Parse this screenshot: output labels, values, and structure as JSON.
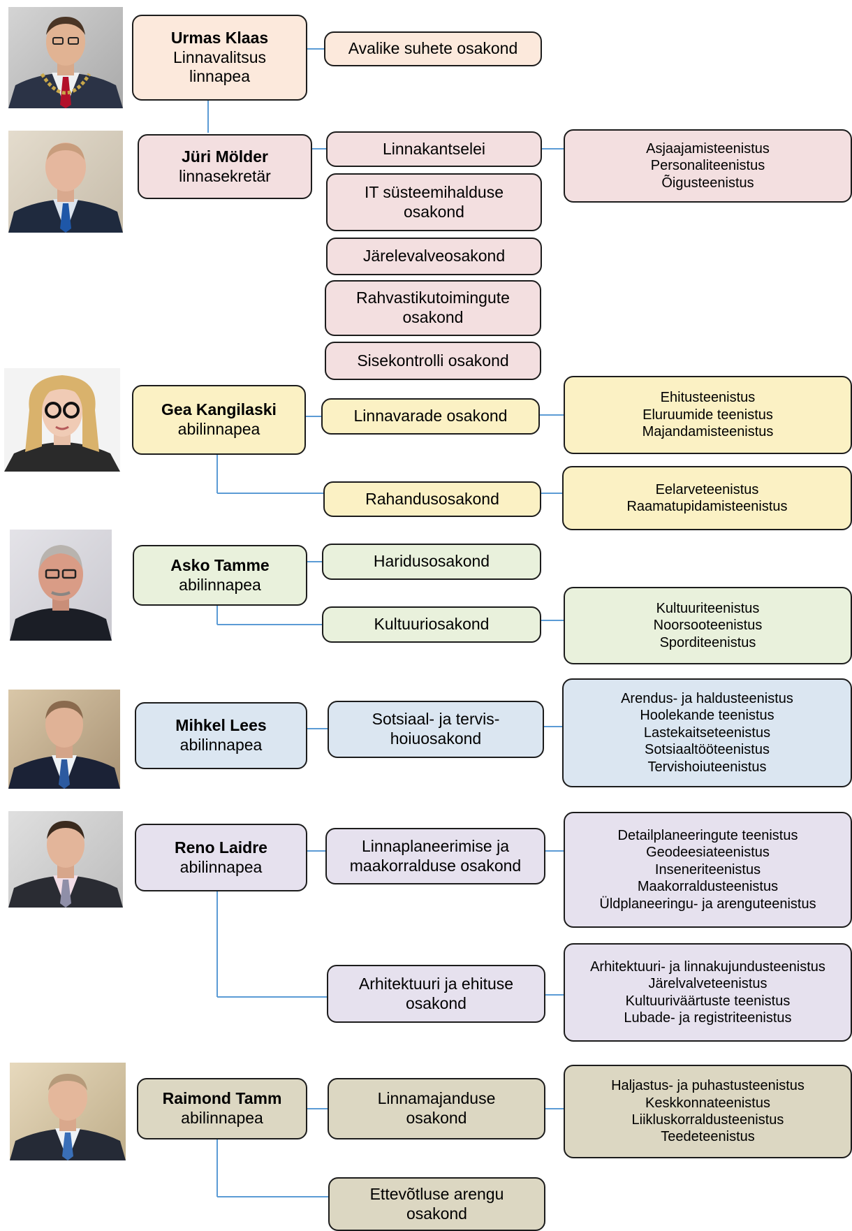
{
  "colors": {
    "connector": "#5b9bd5",
    "border": "#1c1c1c",
    "orange": "#fce9dc",
    "pink": "#f3dfe0",
    "yellow": "#fbf1c4",
    "green": "#e9f1dc",
    "blue": "#dbe6f1",
    "purple": "#e6e1ee",
    "khaki": "#dcd7c2"
  },
  "people": [
    {
      "name": "Urmas Klaas",
      "role_lines": [
        "Linnavalitsus",
        "linnapea"
      ]
    },
    {
      "name": "Jüri Mölder",
      "role_lines": [
        "linnasekretär"
      ]
    },
    {
      "name": "Gea Kangilaski",
      "role_lines": [
        "abilinnapea"
      ]
    },
    {
      "name": "Asko Tamme",
      "role_lines": [
        "abilinnapea"
      ]
    },
    {
      "name": "Mihkel Lees",
      "role_lines": [
        "abilinnapea"
      ]
    },
    {
      "name": "Reno Laidre",
      "role_lines": [
        "abilinnapea"
      ]
    },
    {
      "name": "Raimond Tamm",
      "role_lines": [
        "abilinnapea"
      ]
    }
  ],
  "departments": [
    {
      "lines": [
        "Avalike suhete osakond"
      ]
    },
    {
      "lines": [
        "Linnakantselei"
      ]
    },
    {
      "lines": [
        "IT süsteemihalduse",
        "osakond"
      ]
    },
    {
      "lines": [
        "Järelevalveosakond"
      ]
    },
    {
      "lines": [
        "Rahvastikutoimingute",
        "osakond"
      ]
    },
    {
      "lines": [
        "Sisekontrolli osakond"
      ]
    },
    {
      "lines": [
        "Linnavarade osakond"
      ]
    },
    {
      "lines": [
        "Rahandusosakond"
      ]
    },
    {
      "lines": [
        "Haridusosakond"
      ]
    },
    {
      "lines": [
        "Kultuuriosakond"
      ]
    },
    {
      "lines": [
        "Sotsiaal- ja tervis-",
        "hoiuosakond"
      ]
    },
    {
      "lines": [
        "Linnaplaneerimise ja",
        "maakorralduse osakond"
      ]
    },
    {
      "lines": [
        "Arhitektuuri ja ehituse",
        "osakond"
      ]
    },
    {
      "lines": [
        "Linnamajanduse",
        "osakond"
      ]
    },
    {
      "lines": [
        "Ettevõtluse arengu",
        "osakond"
      ]
    }
  ],
  "services": [
    {
      "lines": [
        "Asjaajamisteenistus",
        "Personaliteenistus",
        "Õigusteenistus"
      ]
    },
    {
      "lines": [
        "Ehitusteenistus",
        "Eluruumide teenistus",
        "Majandamisteenistus"
      ]
    },
    {
      "lines": [
        "Eelarveteenistus",
        "Raamatupidamisteenistus"
      ]
    },
    {
      "lines": [
        "Kultuuriteenistus",
        "Noorsooteenistus",
        "Sporditeenistus"
      ]
    },
    {
      "lines": [
        "Arendus- ja haldusteenistus",
        "Hoolekande teenistus",
        "Lastekaitseteenistus",
        "Sotsiaaltööteenistus",
        "Tervishoiuteenistus"
      ]
    },
    {
      "lines": [
        "Detailplaneeringute teenistus",
        "Geodeesiateenistus",
        "Inseneriteenistus",
        "Maakorraldusteenistus",
        "Üldplaneeringu- ja arenguteenistus"
      ]
    },
    {
      "lines": [
        "Arhitektuuri- ja linnakujundusteenistus",
        "Järelvalveteenistus",
        "Kultuuriväärtuste teenistus",
        "Lubade- ja registriteenistus"
      ]
    },
    {
      "lines": [
        "Haljastus- ja puhastusteenistus",
        "Keskkonnateenistus",
        "Liikluskorraldusteenistus",
        "Teedeteenistus"
      ]
    }
  ]
}
